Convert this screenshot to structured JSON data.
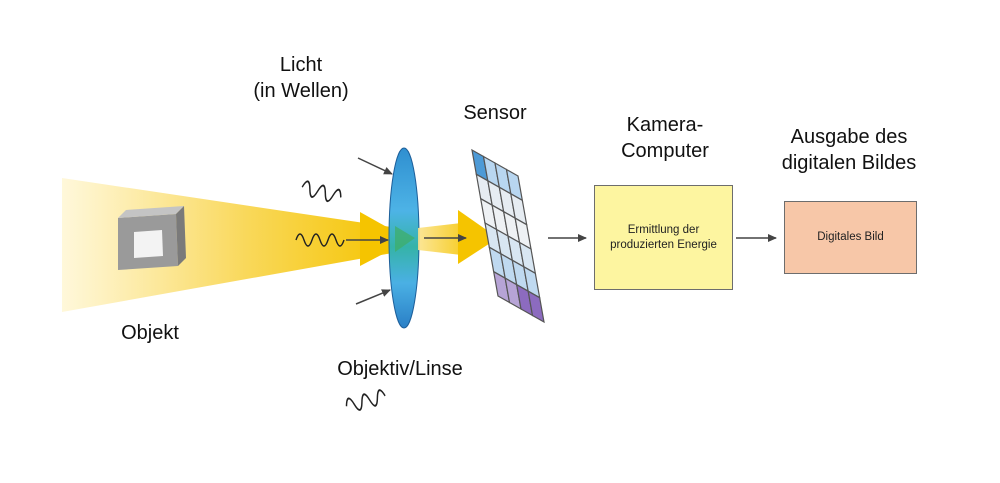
{
  "labels": {
    "light_line1": "Licht",
    "light_line2": "(in Wellen)",
    "sensor": "Sensor",
    "computer_line1": "Kamera-",
    "computer_line2": "Computer",
    "output_line1": "Ausgabe des",
    "output_line2": "digitalen Bildes",
    "object": "Objekt",
    "lens": "Objektiv/Linse"
  },
  "boxes": {
    "computer_line1": "Ermittlung der",
    "computer_line2": "produzierten Energie",
    "output": "Digitales Bild"
  },
  "colors": {
    "light_beam": "#f5c400",
    "lens": "#3aa9dd",
    "computer_box": "#fdf5a0",
    "output_box": "#f7c7a8",
    "arrow": "#444444"
  }
}
